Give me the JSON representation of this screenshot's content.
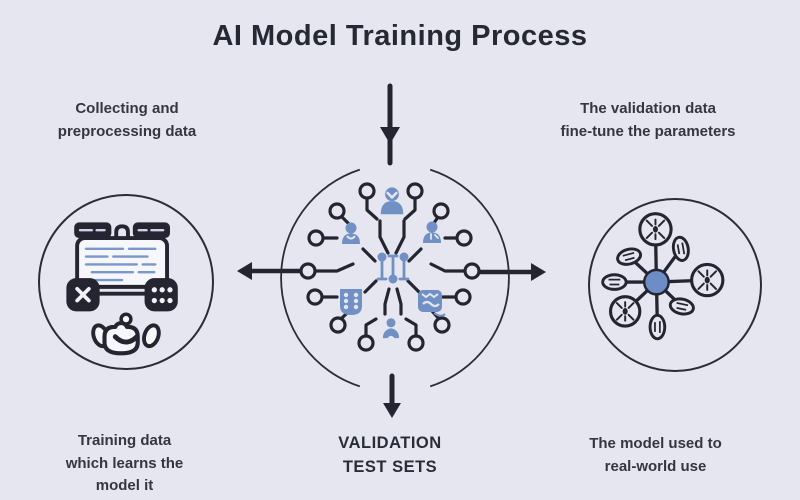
{
  "title": "AI Model Training Process",
  "annotations": {
    "collect": {
      "line1": "Collecting and",
      "line2": "preprocessing data"
    },
    "validation_note": {
      "line1": "The validation data",
      "line2": "fine-tune the parameters"
    },
    "training": {
      "line1": "Training data",
      "line2": "which learns the",
      "line3": "model it"
    },
    "validation_sets": {
      "line1": "VALIDATION",
      "line2": "TEST SETS"
    },
    "deployment": {
      "line1": "The model used to",
      "line2": "real-world use"
    }
  },
  "icons": {
    "left_circle": "data-preprocessing-machine-icon",
    "center": [
      "person-icon",
      "person-icon",
      "person-icon",
      "person-icon",
      "sliders-icon",
      "data-card-icon",
      "book-icon"
    ],
    "right_circle": "model-network-hub-icon",
    "arrows": [
      "arrow-down-top",
      "arrow-left",
      "arrow-right",
      "arrow-down-bottom"
    ]
  },
  "colors": {
    "background": "#e5e6f0",
    "line_dark": "#242531",
    "accent_blue": "#7190c4",
    "hub_blue": "#6e8dc6",
    "title_text": "#262833",
    "body_text": "#35363f"
  }
}
